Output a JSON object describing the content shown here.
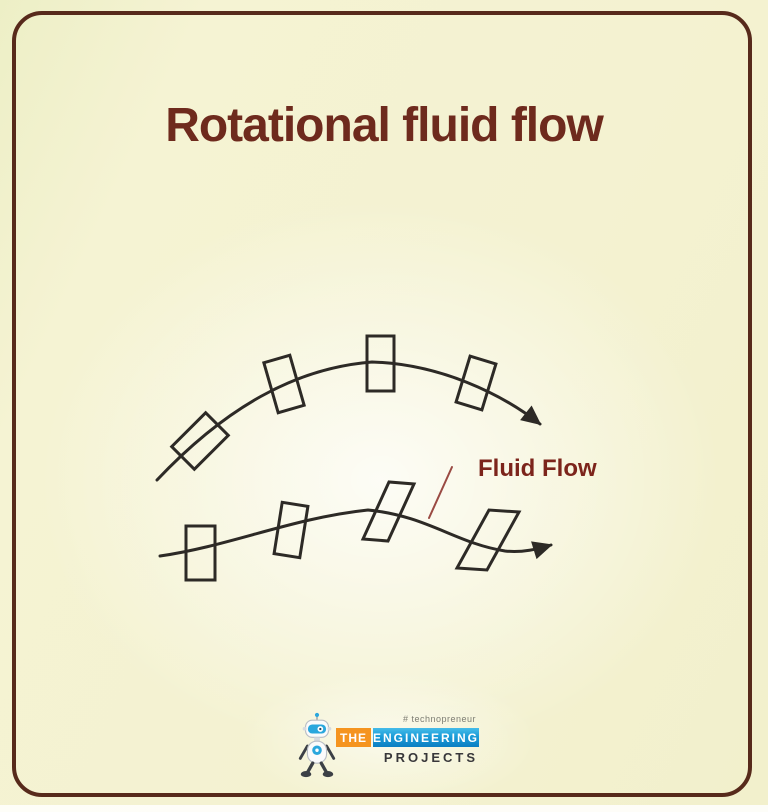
{
  "page": {
    "title": "Rotational fluid flow"
  },
  "diagram": {
    "label": "Fluid Flow",
    "description": "Two hand-drawn flow lines with arrowheads; square fluid elements along each line rotate/shear as they travel, illustrating rotational fluid flow.",
    "top_flow_element_rotations_deg": [
      45,
      -16,
      0,
      17
    ],
    "bottom_flow_element_shear": [
      "upright",
      "tilted",
      "sheared",
      "sheared-more"
    ]
  },
  "logo": {
    "tagline": "# technopreneur",
    "the": "THE",
    "engineering": "ENGINEERING",
    "projects": "PROJECTS"
  },
  "colors": {
    "background": "#f4f2d1",
    "frame_border": "#572a1b",
    "title_text": "#6e2a1d",
    "label_text": "#7c241b",
    "sketch_stroke": "#2d2a26",
    "pointer_line": "#9a4a43",
    "logo_orange": "#f5941f",
    "logo_blue": "#1b9cd8",
    "logo_blue_dark": "#0b7ec2",
    "logo_projects": "#38373a",
    "logo_tagline": "#7d7d73"
  }
}
